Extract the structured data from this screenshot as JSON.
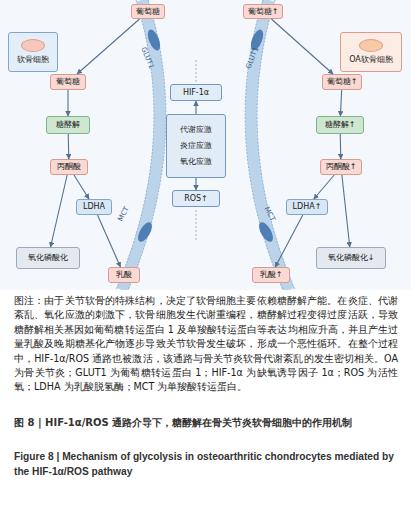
{
  "diagram": {
    "title": "图 8 | HIF-1α/ROS 通路介导下，糖酵解在骨关节炎软骨细胞中的作用机制",
    "caption": "图注：由于关节软骨的特殊结构，决定了软骨细胞主要依赖糖酵解产能。在炎症、代谢紊乱、氧化应激的刺激下，软骨细胞发生代谢重编程，糖酵解过程变得过度活跃，导致糖酵解相关基因如葡萄糖转运蛋白 1 及单羧酸转运蛋白等表达均相应升高，并且产生过量乳酸及晚期糖基化产物逐步导致关节软骨发生破坏，形成一个恶性循环。在整个过程中，HIF-1α/ROS 通路也被激活，该通路与骨关节炎软骨代谢紊乱的发生密切相关。OA 为骨关节炎；GLUT1 为葡萄糖转运蛋白 1；HIF-1α 为缺氧诱导因子 1α；ROS 为活性氧；LDHA 为乳酸脱氢酶；MCT 为单羧酸转运蛋白。",
    "nodes": [
      {
        "text": [
          "软骨细胞"
        ]
      },
      {
        "text": [
          "葡萄糖"
        ]
      },
      {
        "text": [
          "葡萄糖"
        ]
      },
      {
        "text": [
          "糖酵解"
        ]
      },
      {
        "text": [
          "丙酮酸"
        ]
      },
      {
        "text": [
          "LDHA"
        ]
      },
      {
        "text": [
          "氧化磷酸化"
        ]
      },
      {
        "text": [
          "乳酸"
        ]
      },
      {
        "text": [
          "HIF-1α"
        ]
      },
      {
        "text": [
          "代谢应激",
          "炎症应激",
          "氧化应激"
        ]
      },
      {
        "text": [
          "ROS↑"
        ]
      },
      {
        "text": [
          "OA软骨细胞"
        ]
      },
      {
        "text": [
          "葡萄糖↑"
        ]
      },
      {
        "text": [
          "葡萄糖↑"
        ]
      },
      {
        "text": [
          "糖酵解↑"
        ]
      },
      {
        "text": [
          "丙酮酸↑"
        ]
      },
      {
        "text": [
          "LDHA↑"
        ]
      },
      {
        "text": [
          "氧化磷酸化↓"
        ]
      },
      {
        "text": [
          "乳酸↑"
        ]
      }
    ],
    "edges": [
      {
        "from": 1,
        "to": 2,
        "arrow": "to"
      },
      {
        "from": 2,
        "to": 3,
        "arrow": "to"
      },
      {
        "from": 3,
        "to": 4,
        "arrow": "to"
      },
      {
        "from": 4,
        "to": 5,
        "arrow": "to"
      },
      {
        "from": 4,
        "to": 6,
        "arrow": "to"
      },
      {
        "from": 5,
        "to": 7,
        "arrow": "to"
      },
      {
        "from": 9,
        "to": 8,
        "arrow": "to"
      },
      {
        "from": 9,
        "to": 10,
        "arrow": "to"
      },
      {
        "from": 12,
        "to": 13,
        "arrow": "to"
      },
      {
        "from": 13,
        "to": 14,
        "arrow": "to"
      },
      {
        "from": 14,
        "to": 15,
        "arrow": "to"
      },
      {
        "from": 15,
        "to": 16,
        "arrow": "to"
      },
      {
        "from": 15,
        "to": 17,
        "arrow": "to"
      },
      {
        "from": 16,
        "to": 18,
        "arrow": "to"
      }
    ],
    "labels": [
      "GLUT1",
      "GLUT1",
      "MCT",
      "MCT",
      "Figure 8 | Mechanism of glycolysis in osteoarthritic chondrocytes mediated by the HIF-1α/ROS pathway"
    ]
  }
}
